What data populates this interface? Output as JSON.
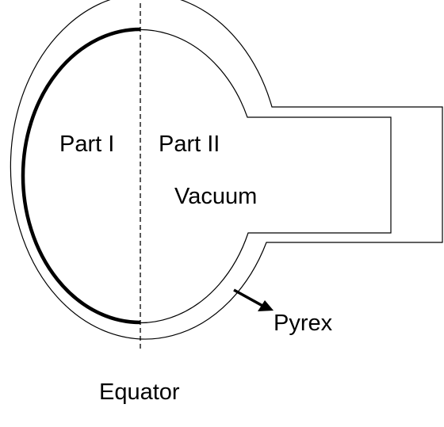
{
  "labels": {
    "part_one": "Part I",
    "part_two": "Part II",
    "vacuum": "Vacuum",
    "pyrex": "Pyrex",
    "equator": "Equator"
  },
  "colors": {
    "background": "#ffffff",
    "stroke": "#000000"
  }
}
